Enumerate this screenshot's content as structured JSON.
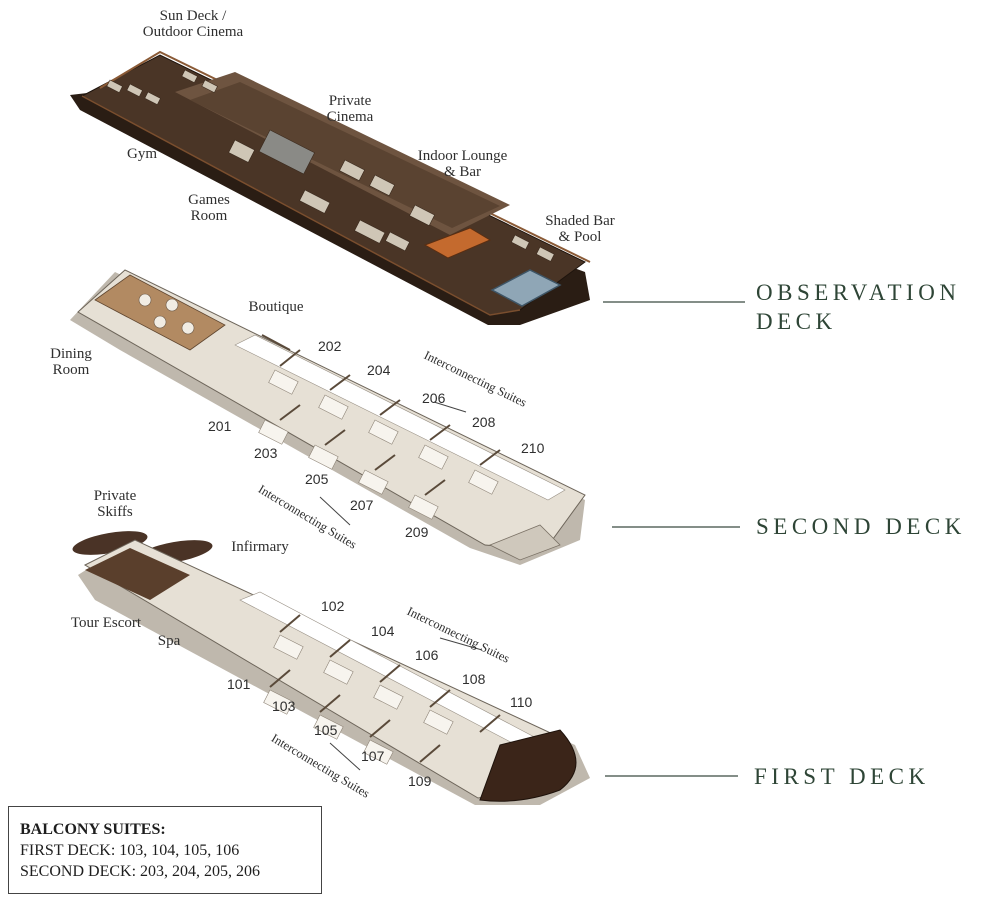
{
  "decks": {
    "observation": {
      "title_line1": "OBSERVATION",
      "title_line2": "DECK",
      "labels": {
        "sun_deck_line1": "Sun Deck /",
        "sun_deck_line2": "Outdoor Cinema",
        "private_cinema_line1": "Private",
        "private_cinema_line2": "Cinema",
        "indoor_lounge_line1": "Indoor Lounge",
        "indoor_lounge_line2": "& Bar",
        "gym": "Gym",
        "games_room_line1": "Games",
        "games_room_line2": "Room",
        "shaded_bar_line1": "Shaded Bar",
        "shaded_bar_line2": "& Pool"
      }
    },
    "second": {
      "title": "SECOND DECK",
      "labels": {
        "boutique": "Boutique",
        "dining_room_line1": "Dining",
        "dining_room_line2": "Room",
        "interconnecting_upper": "Interconnecting Suites",
        "interconnecting_lower": "Interconnecting Suites"
      },
      "cabins": [
        "201",
        "202",
        "203",
        "204",
        "205",
        "206",
        "207",
        "208",
        "209",
        "210"
      ]
    },
    "first": {
      "title": "FIRST DECK",
      "labels": {
        "private_skiffs_line1": "Private",
        "private_skiffs_line2": "Skiffs",
        "infirmary": "Infirmary",
        "tour_escort": "Tour Escort",
        "spa": "Spa",
        "interconnecting_upper": "Interconnecting Suites",
        "interconnecting_lower": "Interconnecting Suites"
      },
      "cabins": [
        "101",
        "102",
        "103",
        "104",
        "105",
        "106",
        "107",
        "108",
        "109",
        "110"
      ]
    }
  },
  "legend": {
    "title": "BALCONY SUITES:",
    "first_deck": "FIRST DECK: 103, 104, 105, 106",
    "second_deck": "SECOND DECK: 203, 204, 205, 206"
  },
  "colors": {
    "deck_title": "#2e4536",
    "floor_dark": "#3b2a1e",
    "floor_mid": "#6b4f38",
    "room_light": "#e8e2d6",
    "hull": "#d9d4cb"
  }
}
